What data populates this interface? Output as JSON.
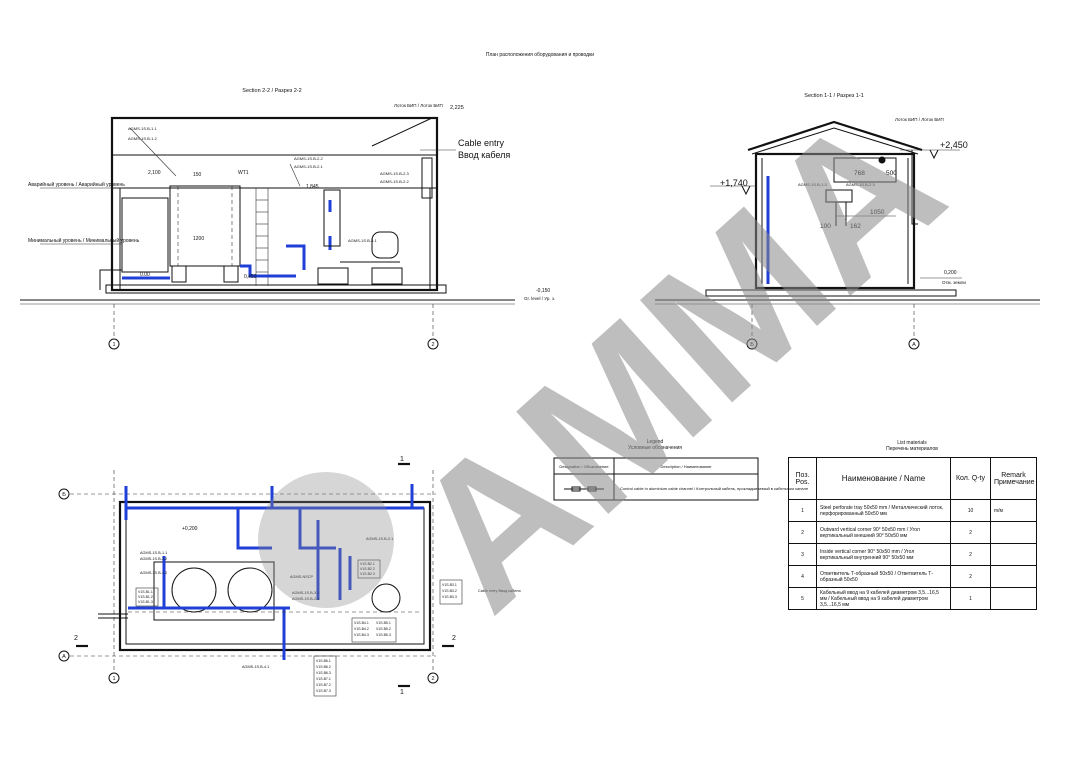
{
  "sheet": {
    "title": "План расположения оборудования и проводки"
  },
  "section22": {
    "title": "Section 2-2 / Разрез 2-2",
    "labels": {
      "top_elev": "2,225",
      "top_note": "Лоток БИП / Лоток БИП",
      "alarm_level": "Аварийный уровень / Аварийный уровень",
      "min_level": "Минимальный уровень / Минимальный уровень",
      "dim_2100": "2,100",
      "dim_150": "150",
      "dim_1200": "1200",
      "dim_1845": "1,845",
      "dim_0450": "0,450",
      "zero": "0.00",
      "wt": "WT1",
      "agms_a": "AGMS-1S.B-1.1",
      "agms_b": "AGMS-1S.B-1.2",
      "agms_c": "AGMS-1S.B-2.2",
      "agms_d": "AGMS-1S.B-2.1",
      "agms_e": "AGMS-1S.B-2.3",
      "agms_f": "AGMS-1S.B-2.2",
      "agms_g": "AGMS-1S.B-3.1",
      "ground_elev": "-0,150",
      "ground_note": "Gr. level / Ур. з.",
      "cable_entry_en": "Cable entry",
      "cable_entry_ru": "Ввод кабеля",
      "axis_1": "1",
      "axis_2": "2"
    }
  },
  "section11": {
    "title": "Section 1-1 / Разрез 1-1",
    "labels": {
      "elev_top": "+2,450",
      "elev_left": "+1,740",
      "note_top": "Лоток БИП / Лоток БИП",
      "dim_768": "768",
      "dim_500": "500",
      "dim_1050": "1050",
      "dim_100": "100",
      "dim_162": "162",
      "agms_l": "AGMS-1S.B-1.3",
      "agms_r": "AGMS-1S.B-2.3",
      "elev_ground": "0,200",
      "ground_note": "Отм. земли",
      "axis_b": "Б",
      "axis_a": "A"
    }
  },
  "plan": {
    "labels": {
      "elev": "+0,200",
      "axis_b": "Б",
      "axis_a": "A",
      "axis_1": "1",
      "axis_2": "2",
      "cut_1": "1",
      "cut_2": "2",
      "agms_p1": "AGMS-1S.B-1.1",
      "agms_p2": "AGMS-1S.B-1.2",
      "agms_p3": "AGMS-1S.B-2.1",
      "agms_p4": "AGMS-NSCP",
      "agms_p5": "AGMS-1S.B-3.1",
      "agms_p6": "AGMS-1S.B-2.3",
      "agms_p7": "AGMS-1S.B-4.1",
      "agms_p8": "AGMS-1S.B-2.2",
      "cable_note": "Cable entry Ввод кабеля"
    },
    "tags": [
      "V1S.B1.1",
      "V1S.B1.2",
      "V1S.B1.3",
      "V1S.B2.1",
      "V1S.B2.2",
      "V1S.B2.3",
      "V1S.B3.1",
      "V1S.B3.2",
      "V1S.B3.3",
      "V1S.B4.1",
      "V1S.B4.2",
      "V1S.B4.3",
      "V1S.B5.1",
      "V1S.B5.2",
      "V1S.B5.3",
      "V1S.B6.1",
      "V1S.B6.2",
      "V1S.B6.3",
      "V1S.B7.1",
      "V1S.B7.2",
      "V1S.B7.3"
    ]
  },
  "legend": {
    "title_en": "Legend",
    "title_ru": "Условные обозначения",
    "col1": "Designation / Обозначение",
    "col2": "Description / Наименование",
    "row_desc": "Control cable in aluminium cable channel / Контрольный кабель, прокладываемый в кабельном канале"
  },
  "materials": {
    "title_en": "List materials",
    "title_ru": "Перечень материалов",
    "headers": {
      "pos": "Поз. Pos.",
      "name": "Наименование / Name",
      "qty": "Кол. Q-ty",
      "remark": "Remark Примечание"
    },
    "rows": [
      {
        "pos": "1",
        "name": "Steel perforate tray 50x50 mm / Металлический лоток, перфорированный 50x50 мм",
        "qty": "10",
        "remark": "m/м"
      },
      {
        "pos": "2",
        "name": "Outward vertical corner 90° 50x50 mm / Угол вертикальный внешний 90° 50x50 мм",
        "qty": "2",
        "remark": ""
      },
      {
        "pos": "3",
        "name": "Inside vertical corner 90° 50x50 mm / Угол вертикальный внутренний 90° 50x50 мм",
        "qty": "2",
        "remark": ""
      },
      {
        "pos": "4",
        "name": "Ответвитель Т-образный 50x50 / Ответвитель Т-образный 50x50",
        "qty": "2",
        "remark": ""
      },
      {
        "pos": "5",
        "name": "Кабельный ввод на 9 кабелей диаметром 3,5...16,5 мм / Кабельный ввод на 9 кабелей диаметром 3,5...16,5 мм",
        "qty": "1",
        "remark": ""
      }
    ]
  },
  "watermark": {
    "text": "AMMA"
  },
  "colors": {
    "pipe": "#1f3fd6",
    "line": "#111111",
    "watermark": "#8a8a8a"
  }
}
